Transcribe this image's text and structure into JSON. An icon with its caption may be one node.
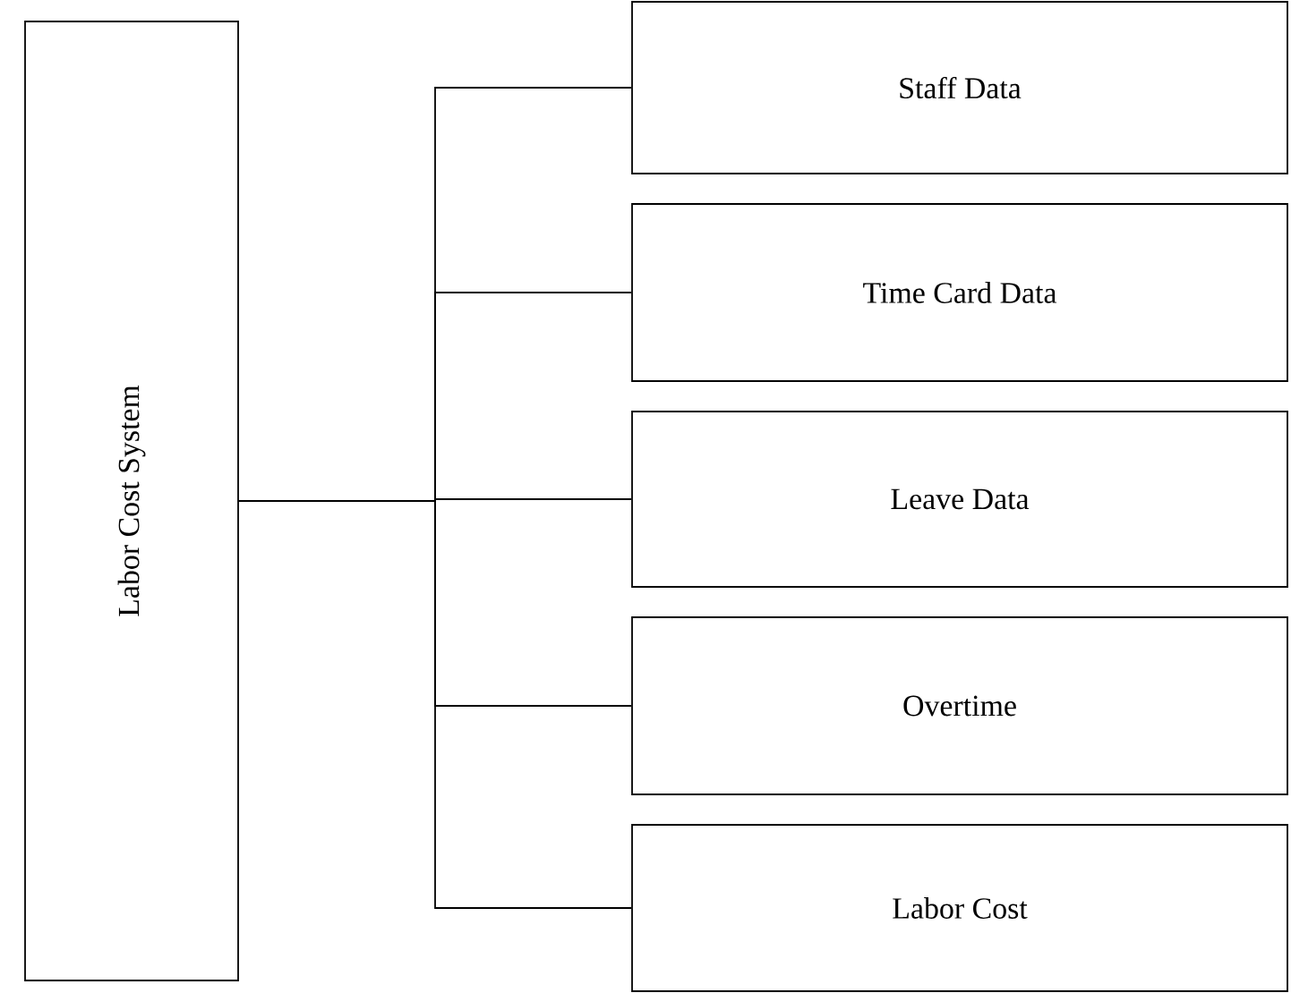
{
  "diagram": {
    "nodes": [
      {
        "text": [
          "Labor Cost System"
        ]
      },
      {
        "text": [
          "Staff Data"
        ]
      },
      {
        "text": [
          "Time Card Data"
        ]
      },
      {
        "text": [
          "Leave Data"
        ]
      },
      {
        "text": [
          "Overtime"
        ]
      },
      {
        "text": [
          "Labor Cost"
        ]
      }
    ],
    "edges": [
      {
        "from": 0,
        "to": 1,
        "arrow": "none"
      },
      {
        "from": 0,
        "to": 2,
        "arrow": "none"
      },
      {
        "from": 0,
        "to": 3,
        "arrow": "none"
      },
      {
        "from": 0,
        "to": 4,
        "arrow": "none"
      },
      {
        "from": 0,
        "to": 5,
        "arrow": "none"
      }
    ]
  }
}
